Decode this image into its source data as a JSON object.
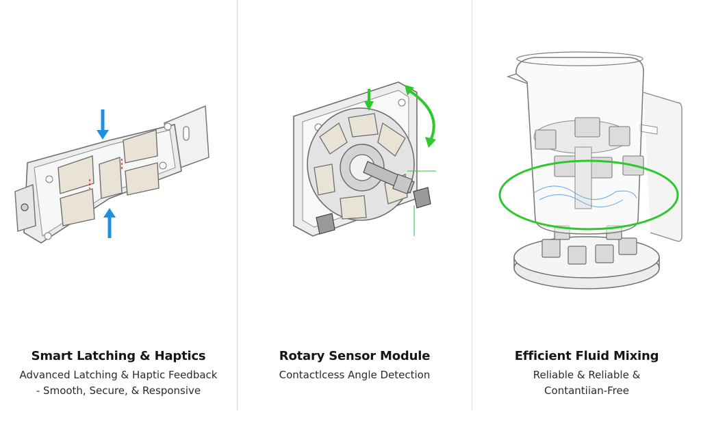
{
  "panels": [
    {
      "title": "Smart Latching & Haptics",
      "subtitle_line1": "Advanced Latching & Haptic Feedback",
      "subtitle_line2": "- Smooth, Secure, & Responsive",
      "illustration": "latch-mechanism-icon"
    },
    {
      "title": "Rotary Sensor Module",
      "subtitle_line1": "Contactlcess Angle Detection",
      "subtitle_line2": "",
      "illustration": "rotary-sensor-icon"
    },
    {
      "title": "Efficient Fluid Mixing",
      "subtitle_line1": "Reliable & Reliable &",
      "subtitle_line2": "Contantiian-Free",
      "illustration": "magnetic-mixer-icon"
    }
  ],
  "colors": {
    "arrow_blue": "#1f8fe0",
    "arrow_green": "#2ec72e",
    "field_red": "#d62a2a",
    "line_gray": "#6e6e6e"
  }
}
